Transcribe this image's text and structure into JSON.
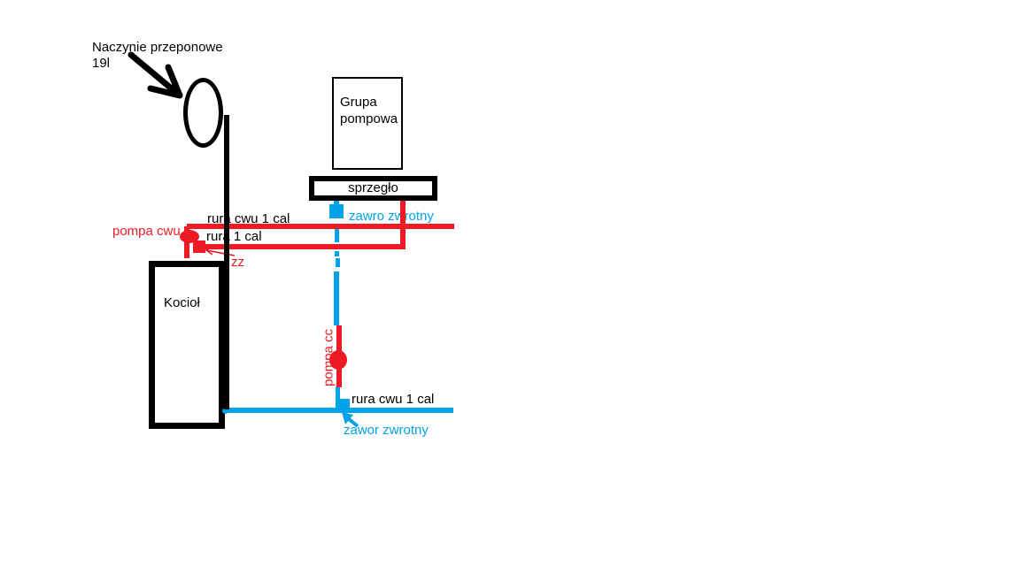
{
  "colors": {
    "pipe_red": "#ed1c24",
    "pipe_cyan": "#00a2e8",
    "line_black": "#000000",
    "background": "#ffffff"
  },
  "labels": {
    "vessel_line1": "Naczynie przeponowe",
    "vessel_line2": "19l",
    "pump_group_line1": "Grupa",
    "pump_group_line2": "pompowa",
    "clutch": "sprzegło",
    "check_valve_top": "zawro zwrotny",
    "pipe_cwu_top": "rura cwu 1 cal",
    "pump_cwu": "pompa cwu",
    "pipe_1cal": "rura 1 cal",
    "zz": "zz",
    "boiler": "Kocioł",
    "pump_cc": "pompa cc",
    "pipe_cwu_bottom": "rura cwu 1 cal",
    "check_valve_bottom": "zawor zwrotny"
  }
}
